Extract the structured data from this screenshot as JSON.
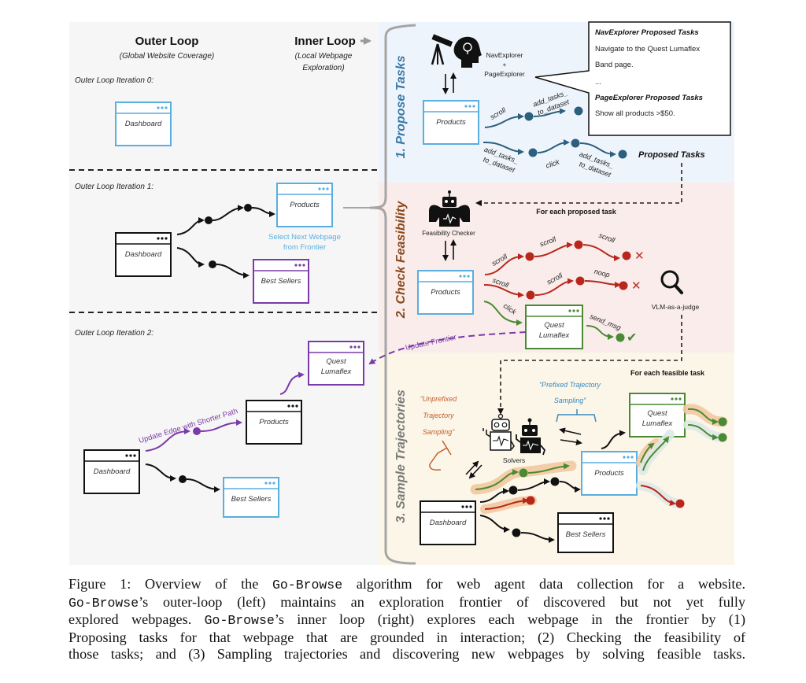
{
  "outer_loop": {
    "title": "Outer Loop",
    "subtitle": "(Global Website Coverage)",
    "iterations": [
      {
        "label": "Outer Loop Iteration 0:",
        "pages": [
          "Dashboard"
        ]
      },
      {
        "label": "Outer Loop Iteration 1:",
        "pages": [
          "Dashboard",
          "Products",
          "Best Sellers"
        ],
        "frontier_note": [
          "Select Next Webpage",
          "from Frontier"
        ]
      },
      {
        "label": "Outer Loop Iteration 2:",
        "pages": [
          "Dashboard",
          "Products",
          "Quest Lumaflex",
          "Best Sellers"
        ],
        "edge_note": "Update Edge  with Shorter Path"
      }
    ]
  },
  "inner_loop": {
    "title": "Inner Loop",
    "subtitle_line1": "(Local Webpage",
    "subtitle_line2": "Exploration)"
  },
  "stage1": {
    "title": "1. Propose Tasks",
    "agent_line1": "NavExplorer",
    "agent_plus": "+",
    "agent_line2": "PageExplorer",
    "page": "Products",
    "edges": {
      "scroll": "scroll",
      "add1": "add_tasks_",
      "add2": "to_dataset",
      "click": "click"
    },
    "output_label": "Proposed Tasks",
    "callout": {
      "nav_heading": "NavExplorer Proposed Tasks",
      "nav_task_line1": "Navigate to the   Quest  Lumaflex",
      "nav_task_line2": "Band page.",
      "ellipsis": "...",
      "page_heading": "PageExplorer Proposed Tasks",
      "page_task": "Show all products >$50."
    }
  },
  "stage2": {
    "title": "2. Check Feasibility",
    "flow_label": "For each proposed task",
    "agent": "Feasibility Checker",
    "page": "Products",
    "result_page_line1": "Quest",
    "result_page_line2": "Lumaflex",
    "edges": {
      "scroll": "scroll",
      "noop": "noop",
      "click": "click",
      "send_msg": "send_msg"
    },
    "judge": "VLM-as-a-judge",
    "update_frontier": "Update Frontier"
  },
  "stage3": {
    "title": "3. Sample Trajectories",
    "flow_label": "For each feasible task",
    "unprefixed_line1": "“Unprefixed",
    "unprefixed_line2": "Trajectory",
    "unprefixed_line3": "Sampling”",
    "prefixed_line1": "“Prefixed Trajectory",
    "prefixed_line2": "Sampling”",
    "solvers": "Solvers",
    "pages": {
      "dashboard": "Dashboard",
      "products": "Products",
      "quest1": "Quest",
      "quest2": "Lumaflex",
      "best": "Best Sellers"
    }
  },
  "caption": {
    "l1a": "Figure 1:  Overview of the ",
    "l1m": "Go-Browse",
    "l1b": " algorithm for web agent data collection for a website.",
    "l2m": "Go-Browse",
    "l2b": "’s outer-loop (left) maintains an exploration frontier of discovered but not yet fully",
    "l3a": "explored webpages. ",
    "l3m": "Go-Browse",
    "l3b": "’s inner loop (right) explores each webpage in the frontier by (1)",
    "l4": "Proposing tasks for that webpage that are grounded in interaction; (2) Checking the feasibility of",
    "l5": "those tasks; and (3) Sampling trajectories and discovering new webpages by solving feasible tasks."
  },
  "colors": {
    "blue": "#5aaee0",
    "purple": "#7a3aa8",
    "green": "#4a8a34",
    "red": "#b8261c",
    "teal": "#2c5f7e",
    "brown": "#8a4a1e",
    "orange": "#c0602a",
    "black": "#111111"
  }
}
